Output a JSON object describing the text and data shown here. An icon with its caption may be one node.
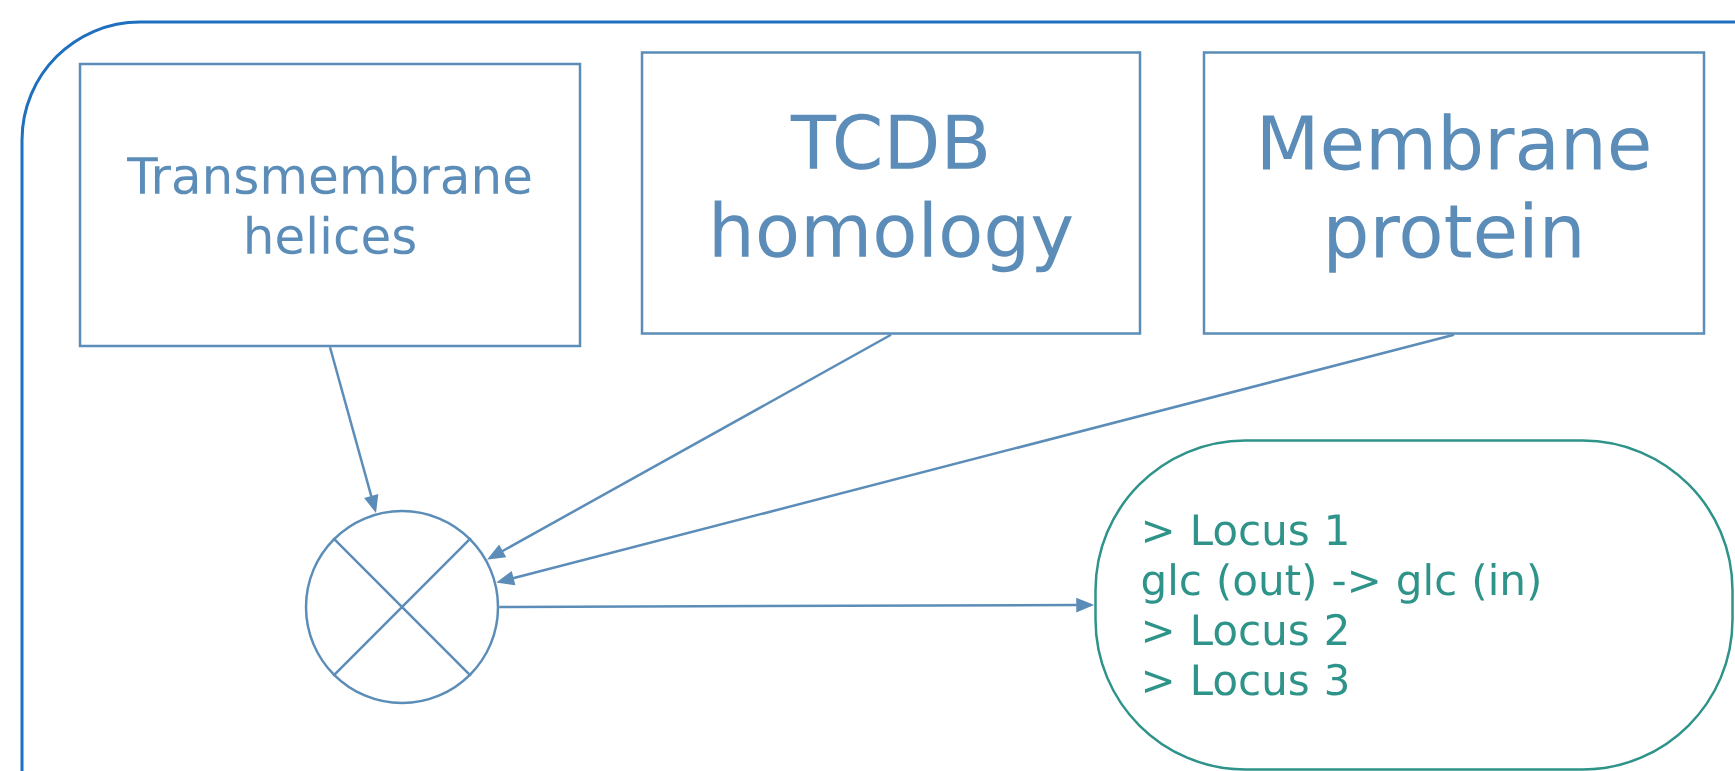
{
  "diagram": {
    "nodes": [
      {
        "text": [
          "Transmembrane helices"
        ]
      },
      {
        "text": [
          "TCDB homology"
        ]
      },
      {
        "text": [
          "Membrane protein"
        ]
      },
      {
        "text": [],
        "shape": "circle"
      },
      {
        "text": [
          "> Locus 1",
          "glc (out) -> glc (in)",
          "> Locus 2",
          "> Locus 3"
        ]
      }
    ],
    "edges": [
      {
        "from": 0,
        "to": 3,
        "arrow": "to"
      },
      {
        "from": 1,
        "to": 3,
        "arrow": "to"
      },
      {
        "from": 2,
        "to": 3,
        "arrow": "to"
      },
      {
        "from": 3,
        "to": 4,
        "arrow": "to"
      }
    ]
  }
}
